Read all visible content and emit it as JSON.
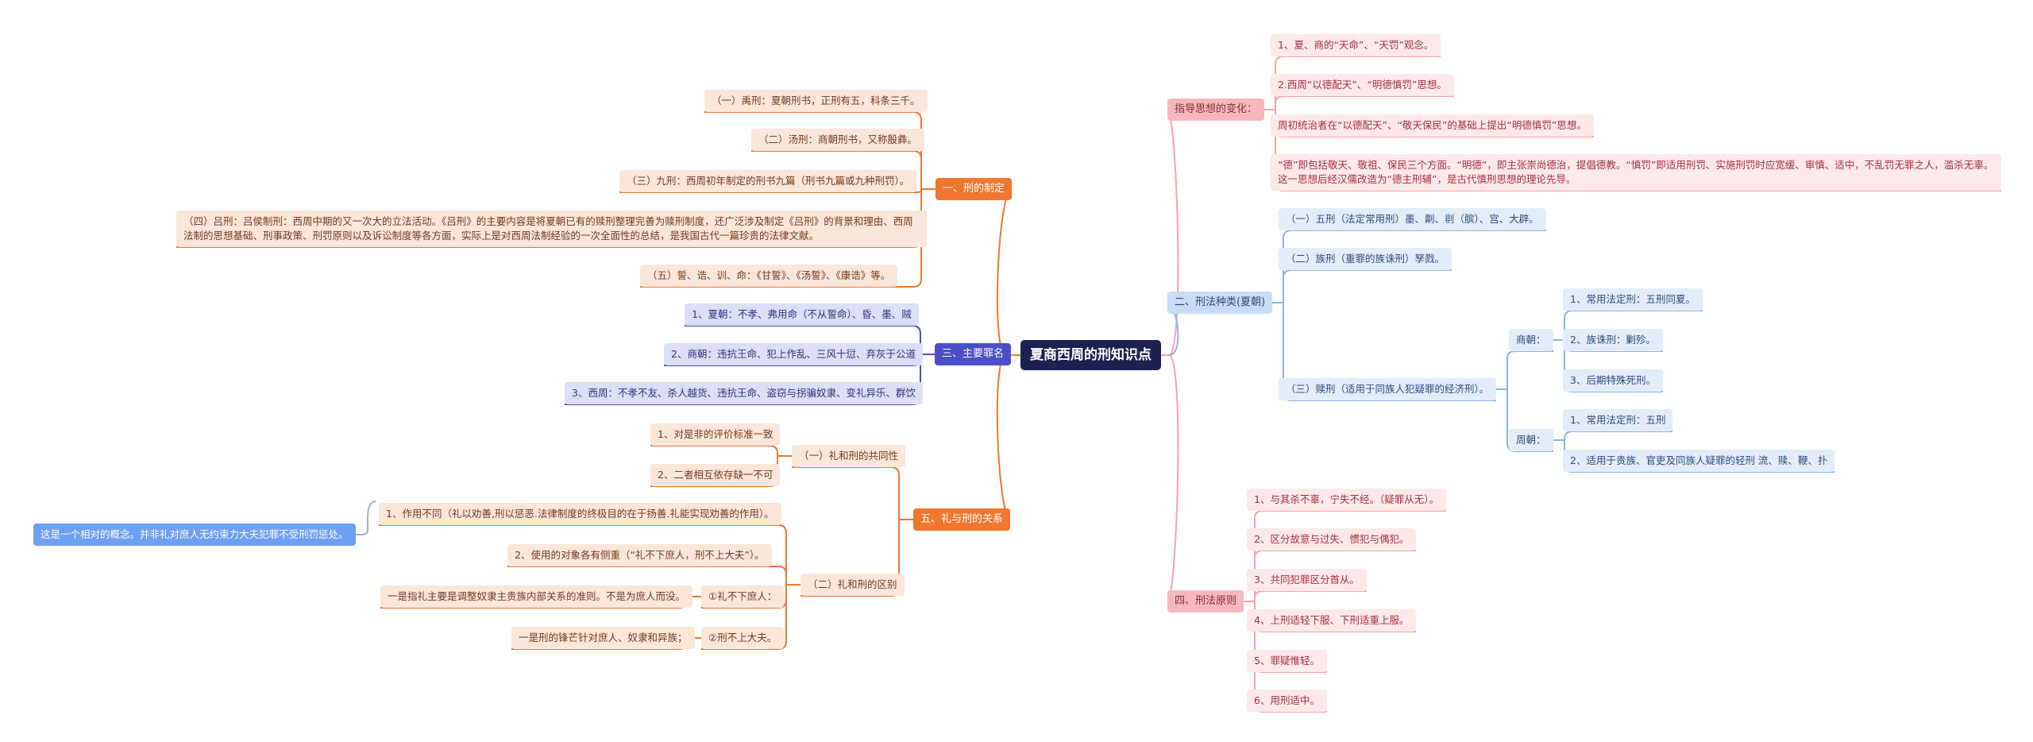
{
  "root": "夏商西周的刑知识点",
  "left": {
    "b1": {
      "label": "一、刑的制定",
      "items": [
        "（一）禹刑：夏朝刑书，正刑有五，科条三千。",
        "（二）汤刑：商朝刑书，又称殷彝。",
        "（三）九刑：西周初年制定的刑书九篇（刑书九篇或九种刑罚）。",
        "（四）吕刑：吕侯制刑：西周中期的又一次大的立法活动。《吕刑》的主要内容是将夏朝已有的赎刑整理完善为赎刑制度，还广泛涉及制定《吕刑》的背景和理由、西周法制的思想基础、刑事政策、刑罚原则以及诉讼制度等各方面，实际上是对西周法制经验的一次全面性的总结，是我国古代一篇珍贵的法律文献。",
        "（五）誓、诰、训、命：《甘誓》、《汤誓》、《康诰》等。"
      ]
    },
    "b3": {
      "label": "三、主要罪名",
      "items": [
        "1、夏朝：不孝、弗用命（不从誓命）、昏、墨、贼",
        "2、商朝：违抗王命、犯上作乱、三风十愆、弃灰于公道",
        "3、西周：不孝不友、杀人越货、违抗王命、盗窃与拐骗奴隶、变礼异乐、群饮"
      ]
    },
    "b5": {
      "label": "五、礼与刑的关系",
      "common": {
        "label": "（一）礼和刑的共同性",
        "items": [
          "1、对是非的评价标准一致",
          "2、二者相互依存缺一不可"
        ]
      },
      "diff": {
        "label": "（二）礼和刑的区别",
        "items": [
          "1、作用不同（礼以劝善,刑以惩恶.法律制度的终极目的在于扬善.礼能实现劝善的作用）。",
          "2、使用的对象各有侧重（“礼不下庶人，刑不上大夫”）。"
        ],
        "l3": {
          "label": "①礼不下庶人：",
          "desc": "一是指礼主要是调整奴隶主贵族内部关系的准则。不是为庶人而没。"
        },
        "x4": {
          "label": "②刑不上大夫。",
          "desc": "一是刑的锋芒针对庶人、奴隶和异族；"
        },
        "note": "这是一个相对的概念。并非礼对庶人无约束力大夫犯罪不受刑罚惩处。"
      }
    }
  },
  "right": {
    "zd": {
      "label": "指导思想的变化：",
      "items": [
        "1、夏、商的“天命”、“天罚”观念。",
        "2.西周“以德配天”、“明德慎罚”思想。",
        "周初统治者在“以德配天”、“敬天保民”的基础上提出“明德慎罚”思想。",
        "“德”即包括敬天、敬祖、保民三个方面。“明德”，即主张崇尚德治，提倡德教。“慎罚”即适用刑罚、实施刑罚时应宽缓、审慎、适中，不乱罚无罪之人，滥杀无辜。这一思想后经汉儒改造为“德主刑辅”，是古代慎刑思想的理论先导。"
      ]
    },
    "b2": {
      "label": "二、刑法种类(夏朝)",
      "items": [
        "（一）五刑（法定常用刑）墨、劓、剕（膑）、宫、大辟。",
        "（二）族刑（重罪的族诛刑）孥戮。"
      ],
      "third": {
        "label": "（三）赎刑（适用于同族人犯疑罪的经济刑）。",
        "shang": {
          "label": "商朝：",
          "items": [
            "1、常用法定刑：五刑同夏。",
            "2、族诛刑：剿殄。",
            "3、后期特殊死刑。"
          ]
        },
        "zhou": {
          "label": "周朝：",
          "items": [
            "1、常用法定刑：五刑",
            "2、适用于贵族、官吏及同族人疑罪的轻刑 流、赎、鞭、扑"
          ]
        }
      }
    },
    "b4": {
      "label": "四、刑法原则",
      "items": [
        "1、与其杀不辜，宁失不经。（疑罪从无）。",
        "2、区分故意与过失、惯犯与偶犯。",
        "3、共同犯罪区分首从。",
        "4、上刑适轻下服、下刑适重上服。",
        "5、罪疑惟轻。",
        "6、用刑适中。"
      ]
    }
  },
  "colors": {
    "orange": "#f0772f",
    "navy": "#4b4fc7",
    "pink": "#f5a3a9",
    "blue": "#8cb3e6",
    "root": "#1d2150"
  }
}
